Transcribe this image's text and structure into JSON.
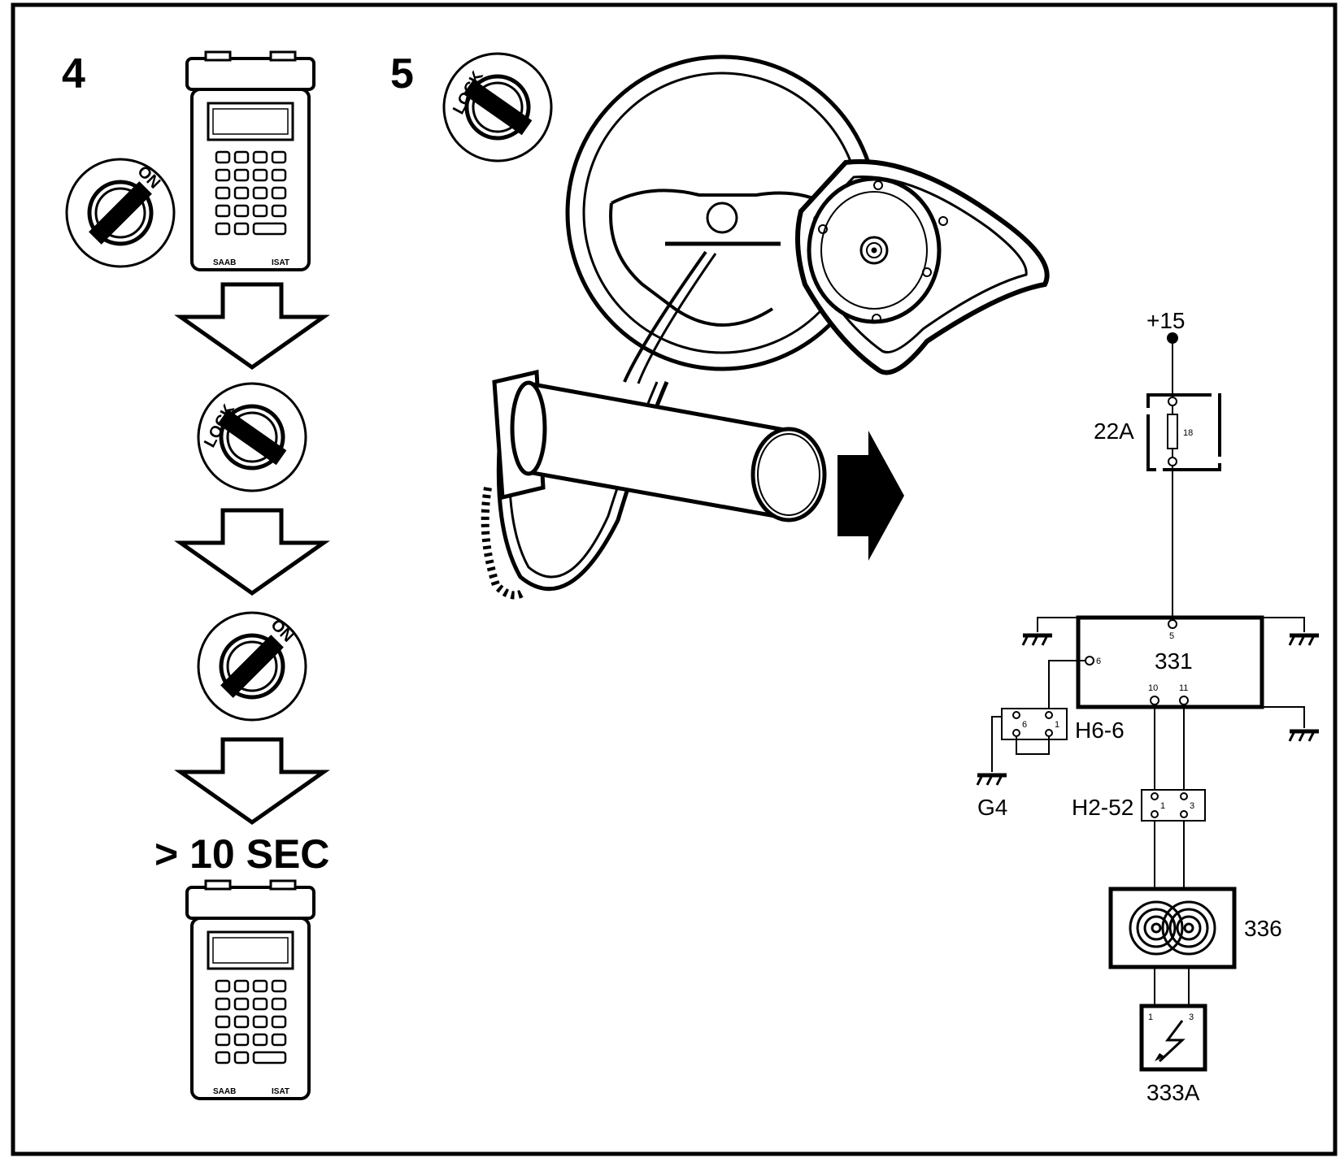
{
  "steps": {
    "step4": "4",
    "step5": "5"
  },
  "ignition_labels": {
    "on": "ON",
    "lock": "LOCK"
  },
  "wait_text": "> 10 SEC",
  "tester": {
    "brand": "SAAB",
    "model": "ISAT"
  },
  "circuit": {
    "supply": "+15",
    "fuse": {
      "label": "22A",
      "number": "18"
    },
    "control_unit": {
      "label": "331",
      "pins": [
        "5",
        "6",
        "10",
        "11"
      ]
    },
    "connector_h6": {
      "label": "H6-6",
      "pins": [
        "6",
        "1"
      ]
    },
    "ground": "G4",
    "connector_h2": {
      "label": "H2-52",
      "pins": [
        "1",
        "3"
      ]
    },
    "contact_reel": "336",
    "airbag": {
      "label": "333A",
      "pins": [
        "1",
        "3"
      ]
    }
  },
  "colors": {
    "ink": "#000000",
    "paper": "#ffffff"
  }
}
